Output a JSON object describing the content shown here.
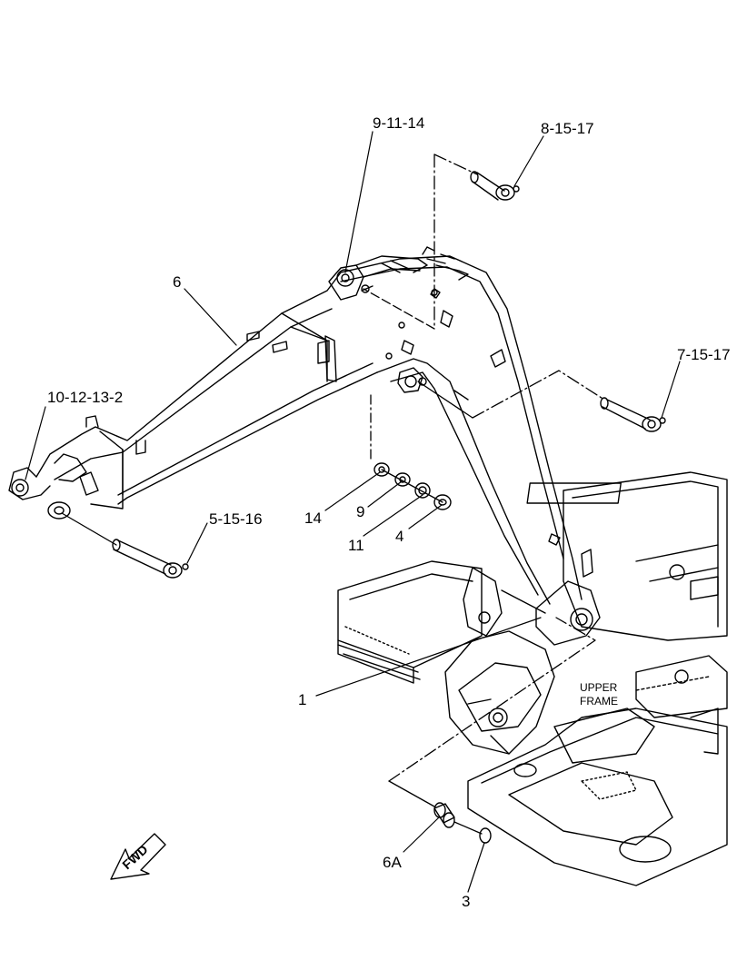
{
  "callouts": {
    "c_9_11_14": "9-11-14",
    "c_8_15_17": "8-15-17",
    "c_6": "6",
    "c_7_15_17": "7-15-17",
    "c_10_12_13_2": "10-12-13-2",
    "c_5_15_16": "5-15-16",
    "c_14": "14",
    "c_9": "9",
    "c_11": "11",
    "c_4": "4",
    "c_1": "1",
    "c_6a": "6A",
    "c_3": "3"
  },
  "upper_frame": {
    "line1": "UPPER",
    "line2": "FRAME"
  },
  "fwd_label": "FWD",
  "colors": {
    "ink": "#000000",
    "paper": "#ffffff"
  }
}
